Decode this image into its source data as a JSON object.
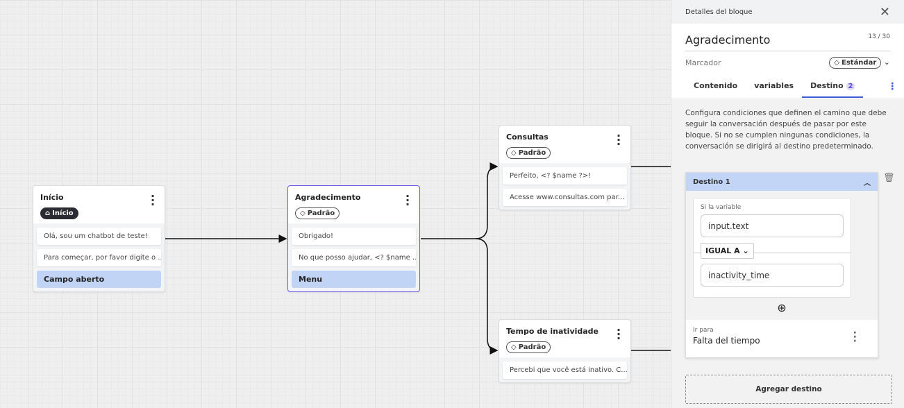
{
  "canvas": {
    "nodes": [
      {
        "title": "Início",
        "tag": "Início",
        "messages": [
          "Olá, sou um chatbot de teste!",
          "Para começar, por favor digite o ..."
        ],
        "option": "Campo aberto"
      },
      {
        "title": "Agradecimento",
        "tag": "Padrão",
        "messages": [
          "Obrigado!",
          "No que posso ajudar, <? $name ..."
        ],
        "option": "Menu"
      },
      {
        "title": "Consultas",
        "tag": "Padrão",
        "messages": [
          "Perfeito, <? $name ?>!",
          "Acesse www.consultas.com par..."
        ]
      },
      {
        "title": "Tempo de inatividade",
        "tag": "Padrão",
        "messages": [
          "Percebi que você está inativo. C..."
        ]
      }
    ]
  },
  "panel": {
    "header": "Detalles del bloque",
    "name": "Agradecimento",
    "char_count": "13 / 30",
    "marker_label": "Marcador",
    "marker_value": "Estándar",
    "tabs": [
      {
        "label": "Contenido"
      },
      {
        "label": "variables"
      },
      {
        "label": "Destino",
        "badge": "2"
      }
    ],
    "description": "Configura condiciones que definen el camino que debe seguir la conversación después de pasar por este bloque. Si no se cumplen ningunas condiciones, la conversación se dirigirá al destino predeterminado.",
    "destination": {
      "title": "Destino 1",
      "if_label": "Si la variable",
      "variable": "input.text",
      "operator": "IGUAL A",
      "value": "inactivity_time",
      "goto_label": "Ir para",
      "goto_value": "Falta del tiempo"
    },
    "add_destination": "Agregar destino"
  },
  "colors": {
    "accent": "#3b5bdb",
    "selected_border": "#6b5ce7",
    "option_bg": "#c2d4f5"
  }
}
